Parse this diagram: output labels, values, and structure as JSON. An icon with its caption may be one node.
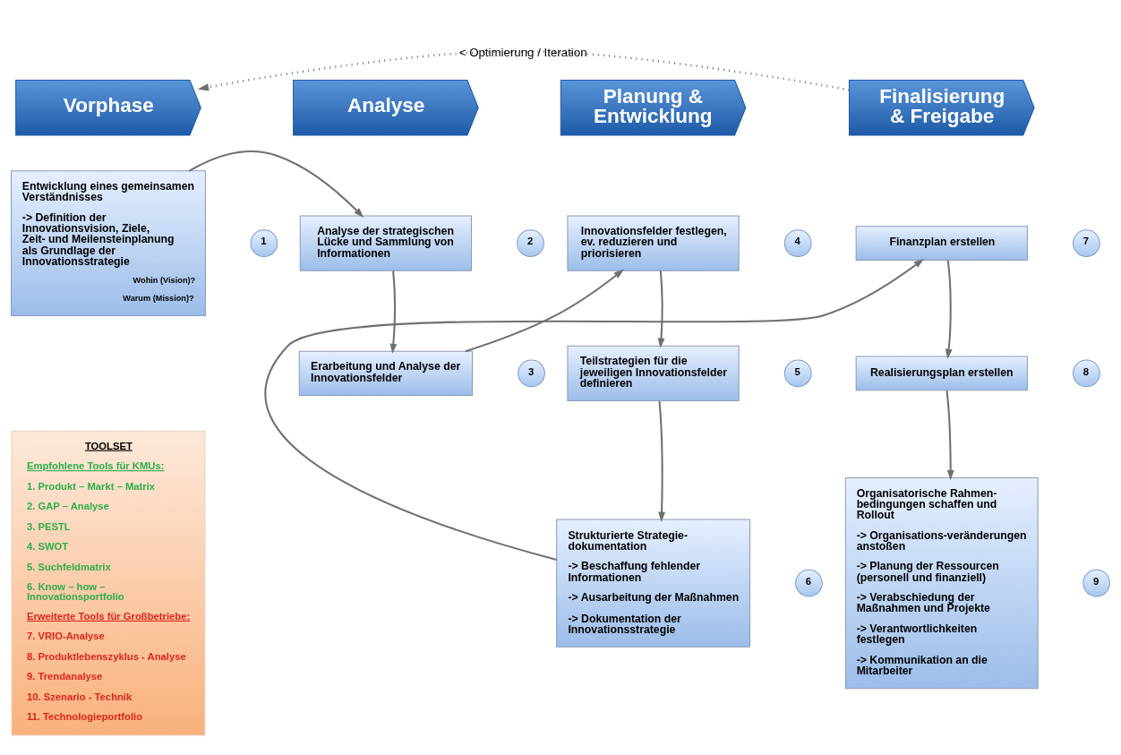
{
  "diagram": {
    "nodes": [
      {
        "text": [
          "Vorphase"
        ]
      },
      {
        "text": [
          "Analyse"
        ]
      },
      {
        "text": [
          "Planung & Entwicklung"
        ]
      },
      {
        "text": [
          "Finalisierung & Freigabe"
        ]
      },
      {
        "text": [
          "Entwicklung eines gemeinsamen Verständnisses",
          "-> Definition der Innovationsvision, Ziele, Zeit- und Meilensteinplanung als Grundlage der Innovationsstrategie",
          "Wohin (Vision)?",
          "Warum (Mission)?"
        ]
      },
      {
        "text": [
          "1"
        ]
      },
      {
        "text": [
          "Analyse der strategischen Lücke und Sammlung von Informationen"
        ]
      },
      {
        "text": [
          "2"
        ]
      },
      {
        "text": [
          "Erarbeitung und Analyse der Innovationsfelder"
        ]
      },
      {
        "text": [
          "3"
        ]
      },
      {
        "text": [
          "Innovationsfelder festlegen, ev. reduzieren und priorisieren"
        ]
      },
      {
        "text": [
          "4"
        ]
      },
      {
        "text": [
          "Teilstrategien für die jeweiligen Innovationsfelder definieren"
        ]
      },
      {
        "text": [
          "5"
        ]
      },
      {
        "text": [
          "Strukturierte Strategie-dokumentation",
          "-> Beschaffung fehlender Informationen",
          "-> Ausarbeitung der Maßnahmen",
          "-> Dokumentation der Innovationsstrategie"
        ]
      },
      {
        "text": [
          "6"
        ]
      },
      {
        "text": [
          "Finanzplan erstellen"
        ]
      },
      {
        "text": [
          "7"
        ]
      },
      {
        "text": [
          "Realisierungsplan erstellen"
        ]
      },
      {
        "text": [
          "8"
        ]
      },
      {
        "text": [
          "Organisatorische Rahmen-bedingungen schaffen und Rollout",
          "-> Organisations-veränderungen anstoßen",
          "-> Planung der Ressourcen (personell und finanziell)",
          "-> Verabschiedung der Maßnahmen und Projekte",
          "-> Verantwortlichkeiten festlegen",
          "-> Kommunikation an die Mitarbeiter"
        ]
      },
      {
        "text": [
          "9"
        ]
      },
      {
        "text": [
          "TOOLSET",
          "Empfohlene Tools für KMUs:",
          "1. Produkt – Markt – Matrix",
          "2. GAP – Analyse",
          "3. PESTL",
          "4. SWOT",
          "5. Suchfeldmatrix",
          "6. Know – how – Innovationsportfolio",
          "Erweiterte Tools für Großbetriebe:",
          "7. VRIO-Analyse",
          "8. Produktlebenszyklus - Analyse",
          "9. Trendanalyse",
          "10. Szenario - Technik",
          "11. Technologieportfolio"
        ]
      }
    ],
    "edges": [
      {
        "from": 3,
        "to": 0,
        "arrow": "to",
        "style": "dashed",
        "label": "< Optimierung / Iteration"
      },
      {
        "from": 4,
        "to": 6,
        "arrow": "to"
      },
      {
        "from": 6,
        "to": 8,
        "arrow": "to"
      },
      {
        "from": 8,
        "to": 10,
        "arrow": "to"
      },
      {
        "from": 10,
        "to": 12,
        "arrow": "to"
      },
      {
        "from": 12,
        "to": 14,
        "arrow": "to"
      },
      {
        "from": 14,
        "to": 16,
        "arrow": "to"
      },
      {
        "from": 16,
        "to": 18,
        "arrow": "to"
      },
      {
        "from": 18,
        "to": 20,
        "arrow": "to"
      }
    ]
  }
}
